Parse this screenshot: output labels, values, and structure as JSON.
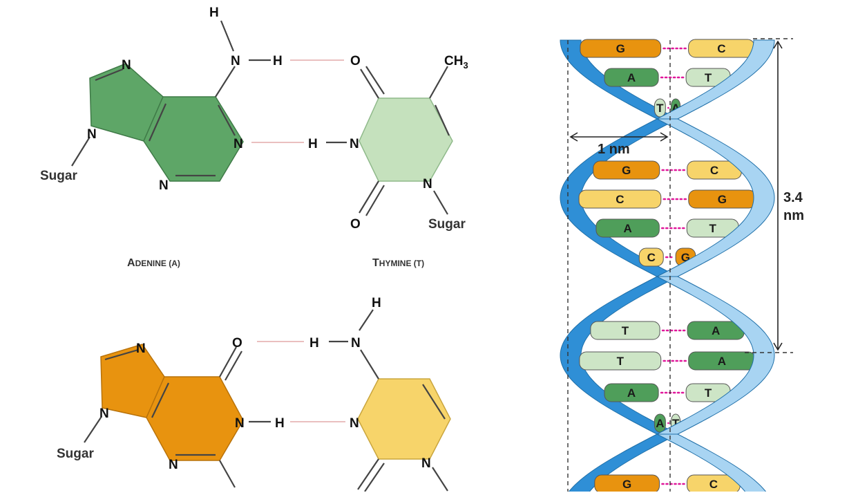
{
  "adenine": {
    "atoms": {
      "n1": "N",
      "n2": "N",
      "n3": "N",
      "n4": "N",
      "nh2_n": "N",
      "nh2_h_top": "H",
      "nh2_h_side": "H"
    },
    "sugar": "Sugar",
    "name_cap": "A",
    "name_rest": "DENINE (A)"
  },
  "thymine": {
    "atoms": {
      "o_top": "O",
      "o_bottom": "O",
      "h": "H",
      "n_mid": "N",
      "n_low": "N",
      "ch3": "CH",
      "ch3_sub": "3"
    },
    "sugar": "Sugar",
    "name_cap": "T",
    "name_rest": "HYMINE (T)"
  },
  "guanine": {
    "atoms": {
      "o": "O",
      "n1": "N",
      "n2": "N",
      "n3": "N",
      "n4": "N",
      "h": "H"
    },
    "sugar": "Sugar"
  },
  "cytosine": {
    "atoms": {
      "h_side": "H",
      "nh_n": "N",
      "h_top": "H",
      "n_mid": "N",
      "n_low": "N"
    }
  },
  "helix": {
    "colors": {
      "strand_dark": "#2f8fd6",
      "strand_light": "#a8d4f2",
      "guanine": "#e8930f",
      "cytosine": "#f7d46a",
      "adenine": "#4f9e5a",
      "thymine": "#cde5c6",
      "hbond": "#e0179a"
    },
    "width_label": "1 nm",
    "pitch_value": "3.4",
    "pitch_unit": "nm",
    "pairs": [
      {
        "left": "G",
        "right": "C"
      },
      {
        "left": "A",
        "right": "T"
      },
      {
        "left": "T",
        "right": "A"
      },
      {
        "left": "G",
        "right": "C"
      },
      {
        "left": "C",
        "right": "G"
      },
      {
        "left": "A",
        "right": "T"
      },
      {
        "left": "C",
        "right": "G"
      },
      {
        "left": "T",
        "right": "A"
      },
      {
        "left": "T",
        "right": "A"
      },
      {
        "left": "A",
        "right": "T"
      },
      {
        "left": "A",
        "right": "T"
      },
      {
        "left": "G",
        "right": "C"
      }
    ]
  }
}
